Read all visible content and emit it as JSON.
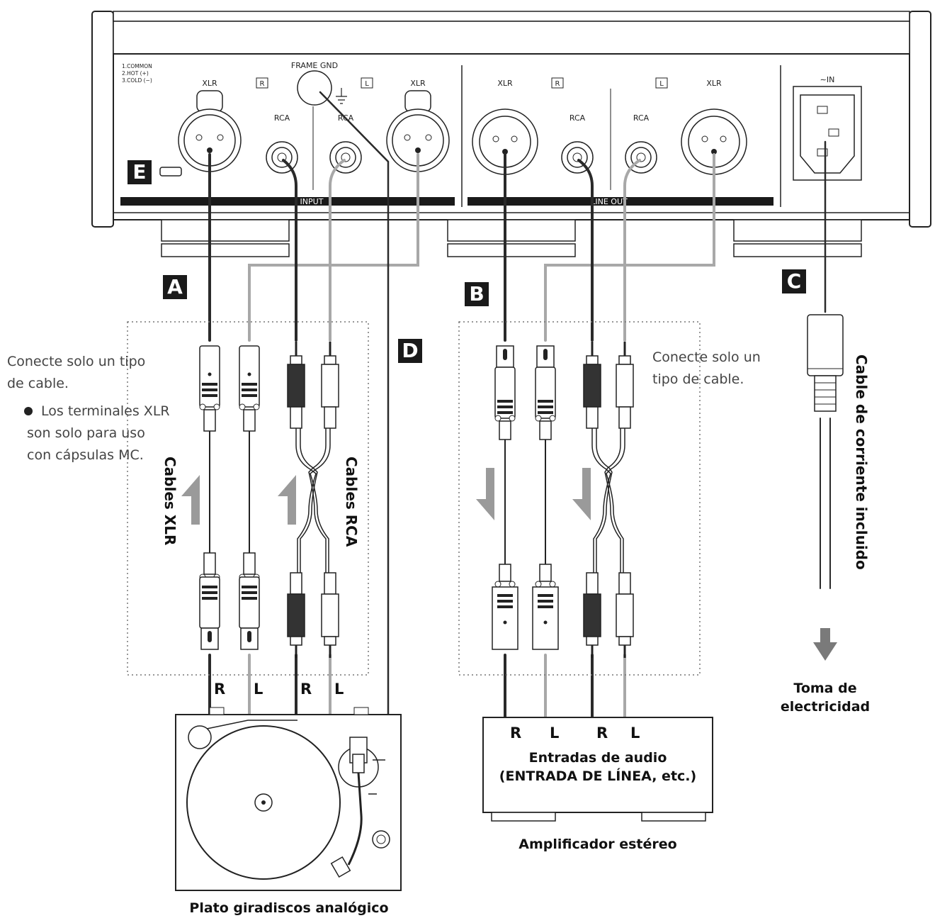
{
  "panel": {
    "pin_legend": [
      "1.COMMON",
      "2.HOT (+)",
      "3.COLD (−)"
    ],
    "frame_gnd": "FRAME GND",
    "input_label": "INPUT",
    "line_out_label": "LINE OUT",
    "ac_in": "∼IN",
    "xlr": "XLR",
    "rca": "RCA",
    "r_badge": "R",
    "l_badge": "L"
  },
  "markers": {
    "a": "A",
    "b": "B",
    "c": "C",
    "d": "D",
    "e": "E"
  },
  "notes": {
    "left_line1": "Conecte solo un tipo",
    "left_line2": "de cable.",
    "left_bullet1": "Los terminales XLR",
    "left_bullet2": "son solo para uso",
    "left_bullet3": "con cápsulas MC.",
    "right_line1": "Conecte solo un",
    "right_line2": "tipo de cable."
  },
  "cables": {
    "xlr": "Cables XLR",
    "rca": "Cables RCA",
    "power": "Cable de corriente incluido"
  },
  "channels": {
    "r": "R",
    "l": "L"
  },
  "devices": {
    "turntable": "Plato giradiscos analógico",
    "amplifier": "Amplificador estéreo",
    "amp_inputs_line1": "Entradas de audio",
    "amp_inputs_line2": "(ENTRADA DE LÍNEA, etc.)",
    "outlet_line1": "Toma de",
    "outlet_line2": "electricidad"
  },
  "colors": {
    "dark": "#1a1a1a",
    "mid": "#8a8a8a",
    "light": "#b8b8b8",
    "cable_dark": "#2a2a2a",
    "cable_gray": "#a8a8a8"
  }
}
